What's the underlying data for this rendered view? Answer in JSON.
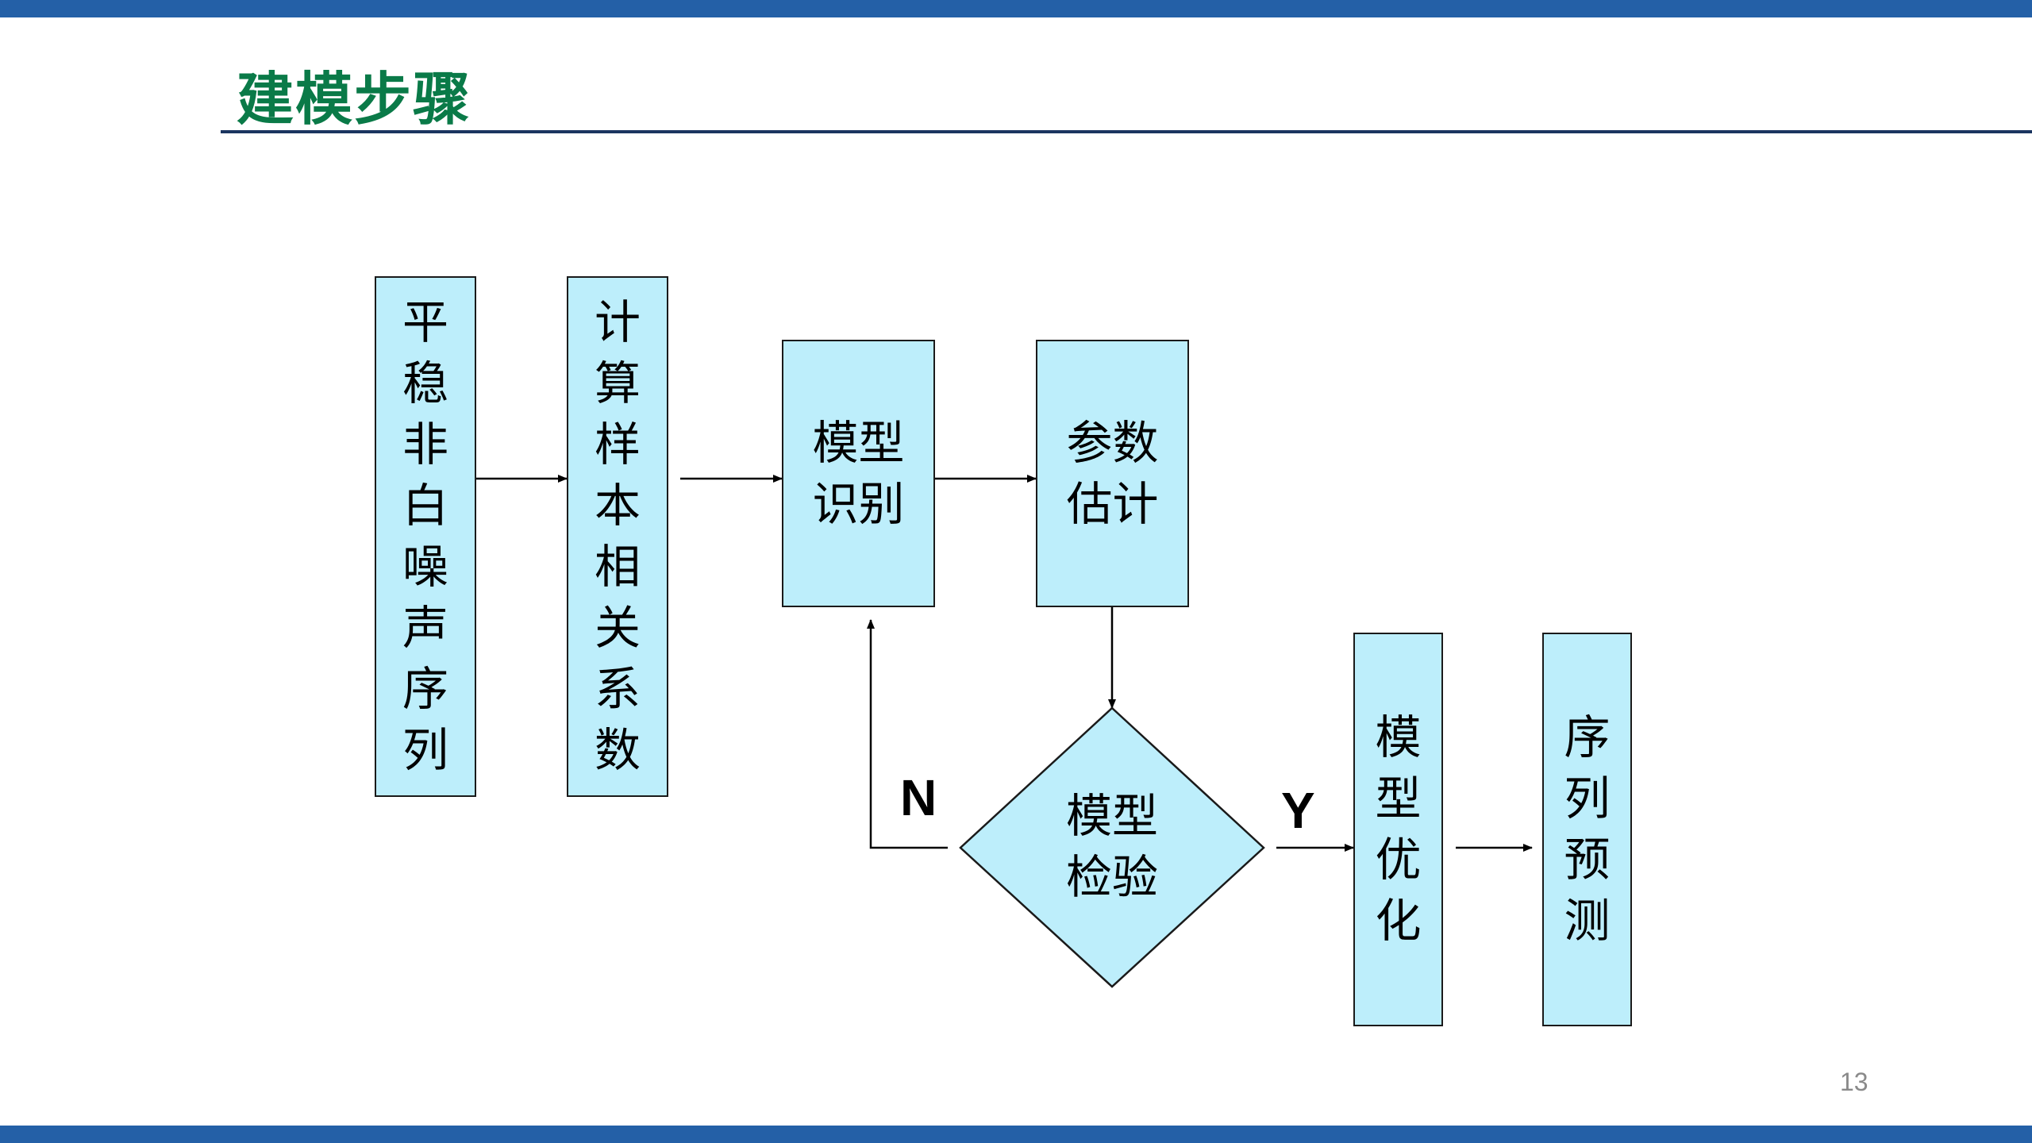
{
  "title": "建模步骤",
  "steps": {
    "stationary_series": "平稳非白噪声序列",
    "sample_correlation": "计算样本相关系数",
    "model_identification": "模型识别",
    "parameter_estimation": "参数估计",
    "model_check": "模型检验",
    "model_optimization": "模型优化",
    "series_forecast": "序列预测"
  },
  "labels": {
    "no": "N",
    "yes": "Y"
  },
  "page_number": "13",
  "colors": {
    "top_bar": "#2460a7",
    "title": "#0a7a48",
    "box_fill": "#bdeefb"
  }
}
